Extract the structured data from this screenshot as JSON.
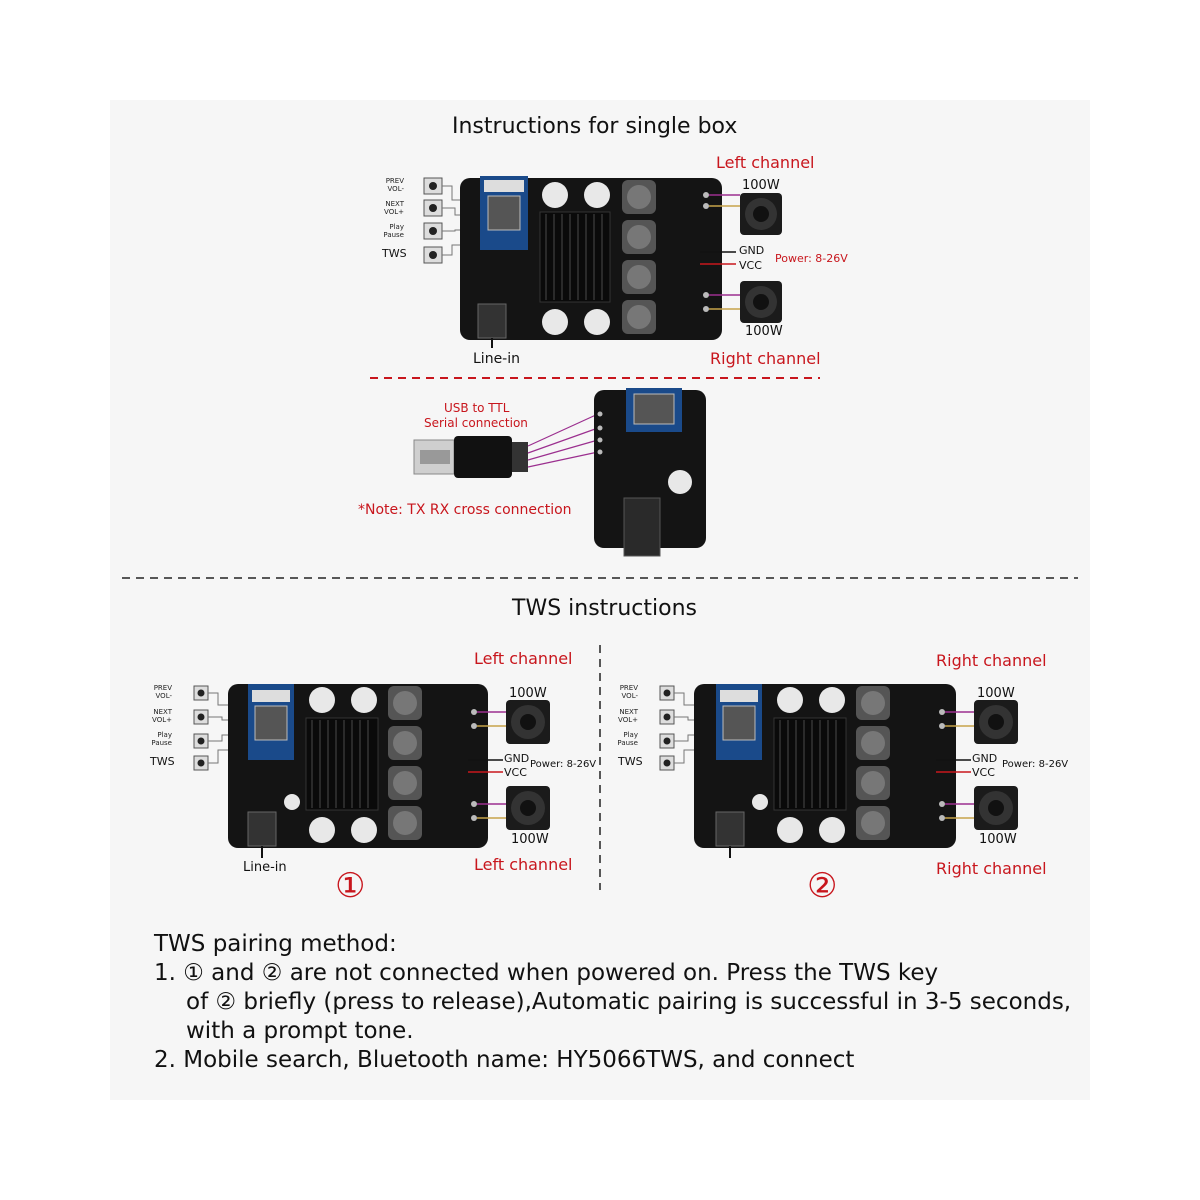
{
  "single": {
    "title": "Instructions for single box",
    "left_channel": "Left channel",
    "right_channel": "Right channel",
    "watt_top": "100W",
    "watt_bottom": "100W",
    "gnd": "GND",
    "vcc": "VCC",
    "power": "Power: 8-26V",
    "line_in": "Line-in",
    "buttons": [
      "PREV VOL-",
      "NEXT VOL+",
      "Play Pause",
      "TWS"
    ]
  },
  "serial": {
    "usb_label_1": "USB to TTL",
    "usb_label_2": "Serial connection",
    "note": "*Note: TX RX cross connection"
  },
  "tws": {
    "title": "TWS instructions",
    "unit1": {
      "top_channel": "Left channel",
      "bottom_channel": "Left channel",
      "watt_top": "100W",
      "watt_bottom": "100W",
      "gnd": "GND",
      "vcc": "VCC",
      "power": "Power: 8-26V",
      "line_in": "Line-in",
      "number": "①",
      "buttons": [
        "PREV VOL-",
        "NEXT VOL+",
        "Play Pause",
        "TWS"
      ]
    },
    "unit2": {
      "top_channel": "Right channel",
      "bottom_channel": "Right channel",
      "watt_top": "100W",
      "watt_bottom": "100W",
      "gnd": "GND",
      "vcc": "VCC",
      "power": "Power: 8-26V",
      "number": "②",
      "buttons": [
        "PREV VOL-",
        "NEXT VOL+",
        "Play Pause",
        "TWS"
      ]
    }
  },
  "pairing": {
    "heading": "TWS pairing method:",
    "step1_line1": "1. ① and ② are not connected when powered on. Press the TWS key",
    "step1_line2": "of ② briefly (press to release),Automatic pairing is successful in 3-5 seconds,",
    "step1_line3": "with a prompt tone.",
    "step2": "2. Mobile search, Bluetooth name: HY5066TWS, and connect"
  },
  "colors": {
    "accent_red": "#c8161d",
    "wire_purple": "#9b2f8f",
    "board_black": "#141414"
  }
}
